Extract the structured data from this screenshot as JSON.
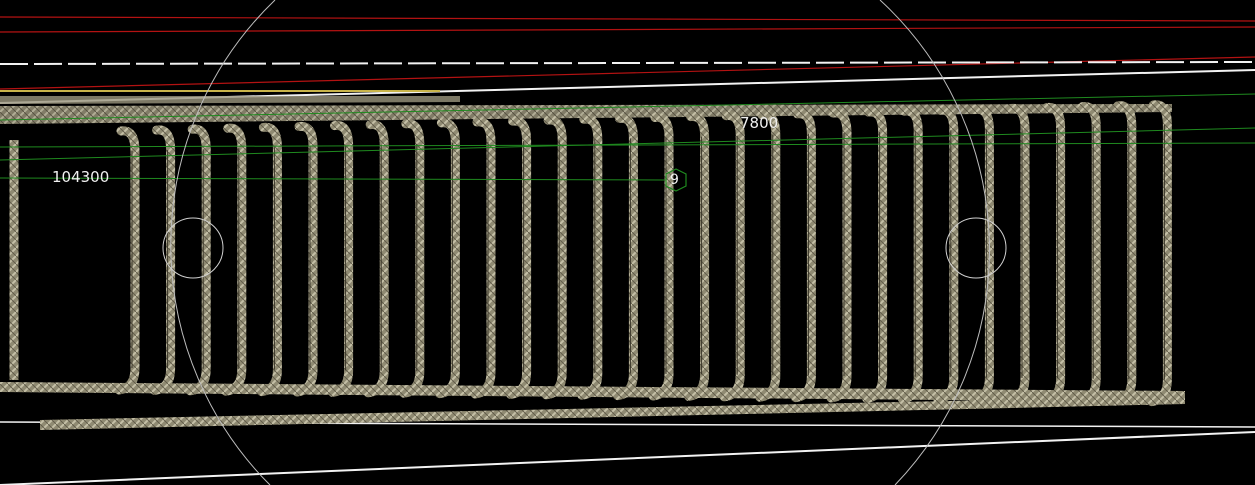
{
  "viewport": {
    "background": "#000000"
  },
  "dimensions": {
    "top_length": "7800",
    "station": "104300",
    "marker_number": "9"
  },
  "colors": {
    "rebar_light": "#b9b39a",
    "rebar_mid": "#8f8a72",
    "rebar_dark": "#4a4636",
    "axis_red": "#b31212",
    "axis_green": "#1f8a1f",
    "axis_white": "#f2f2f2",
    "guide_circle": "#bdbdbd",
    "yellow_line": "#c9b44a",
    "text": "#f0f0f0"
  },
  "icons": {
    "marker": "hexagon-marker-icon",
    "snap_left": "snap-circle-icon",
    "snap_right": "snap-circle-icon"
  }
}
